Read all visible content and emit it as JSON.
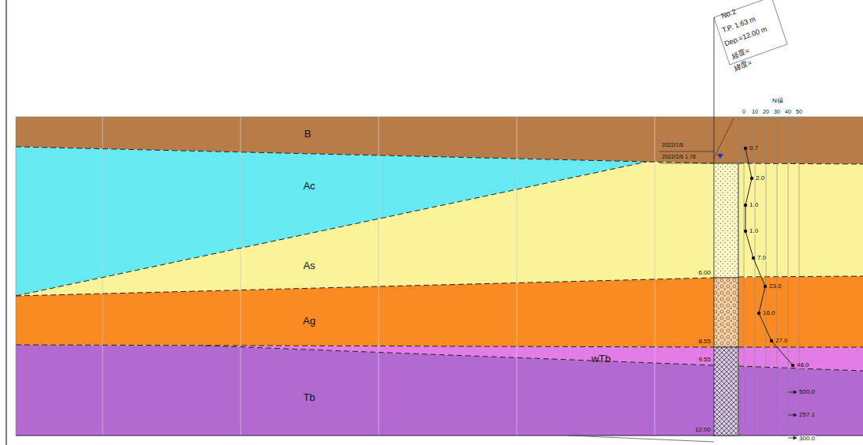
{
  "diagram": {
    "nodes": [
      {
        "text": [
          "B"
        ]
      },
      {
        "text": [
          "Ac"
        ]
      },
      {
        "text": [
          "As"
        ]
      },
      {
        "text": [
          "Ag"
        ]
      },
      {
        "text": [
          "wTb"
        ]
      },
      {
        "text": [
          "Tb"
        ]
      }
    ],
    "labels": [
      "No.2",
      "T.P. 1.63 m",
      "Dep.=12.00 m",
      "経度=",
      "緯度=",
      "N値",
      "0",
      "10",
      "20",
      "30",
      "40",
      "50",
      "2022/1/6",
      "2022/1/6 1.78",
      "0.7",
      "2.0",
      "1.0",
      "1.0",
      "7.0",
      "6.00",
      "23.0",
      "16.0",
      "8.55",
      "27.0",
      "9.55",
      "48.0",
      "500.0",
      "257.1",
      "12.00",
      "300.0"
    ]
  }
}
